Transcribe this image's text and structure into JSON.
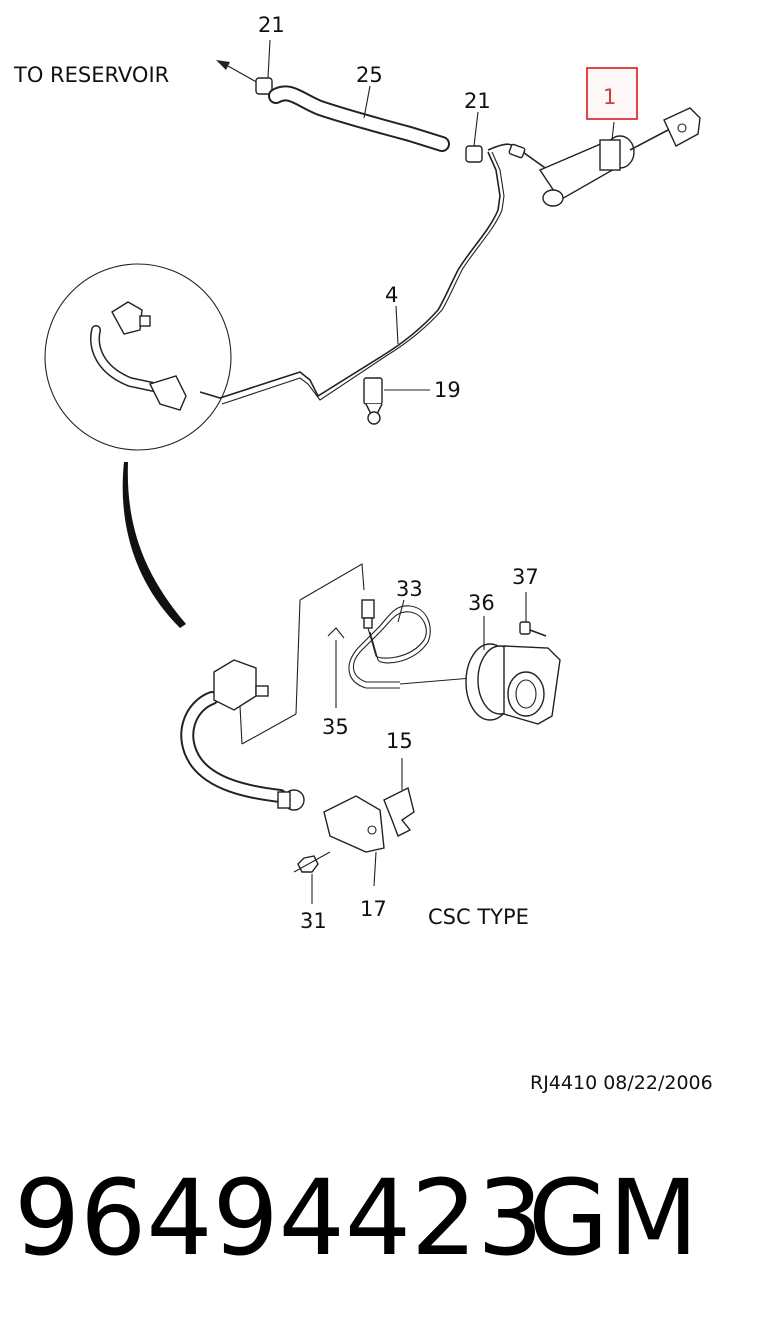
{
  "diagram": {
    "callouts": {
      "c21a": "21",
      "c25": "25",
      "c21b": "21",
      "c1": "1",
      "c4": "4",
      "c19": "19",
      "c33": "33",
      "c37": "37",
      "c36": "36",
      "c35": "35",
      "c15": "15",
      "c31": "31",
      "c17": "17"
    },
    "to_reservoir": "TO RESERVOIR",
    "csc_type": "CSC TYPE",
    "reference": "RJ4410  08/22/2006",
    "highlight_color": "#e03030"
  },
  "footer": {
    "part_number": "96494423",
    "brand": "GM"
  }
}
